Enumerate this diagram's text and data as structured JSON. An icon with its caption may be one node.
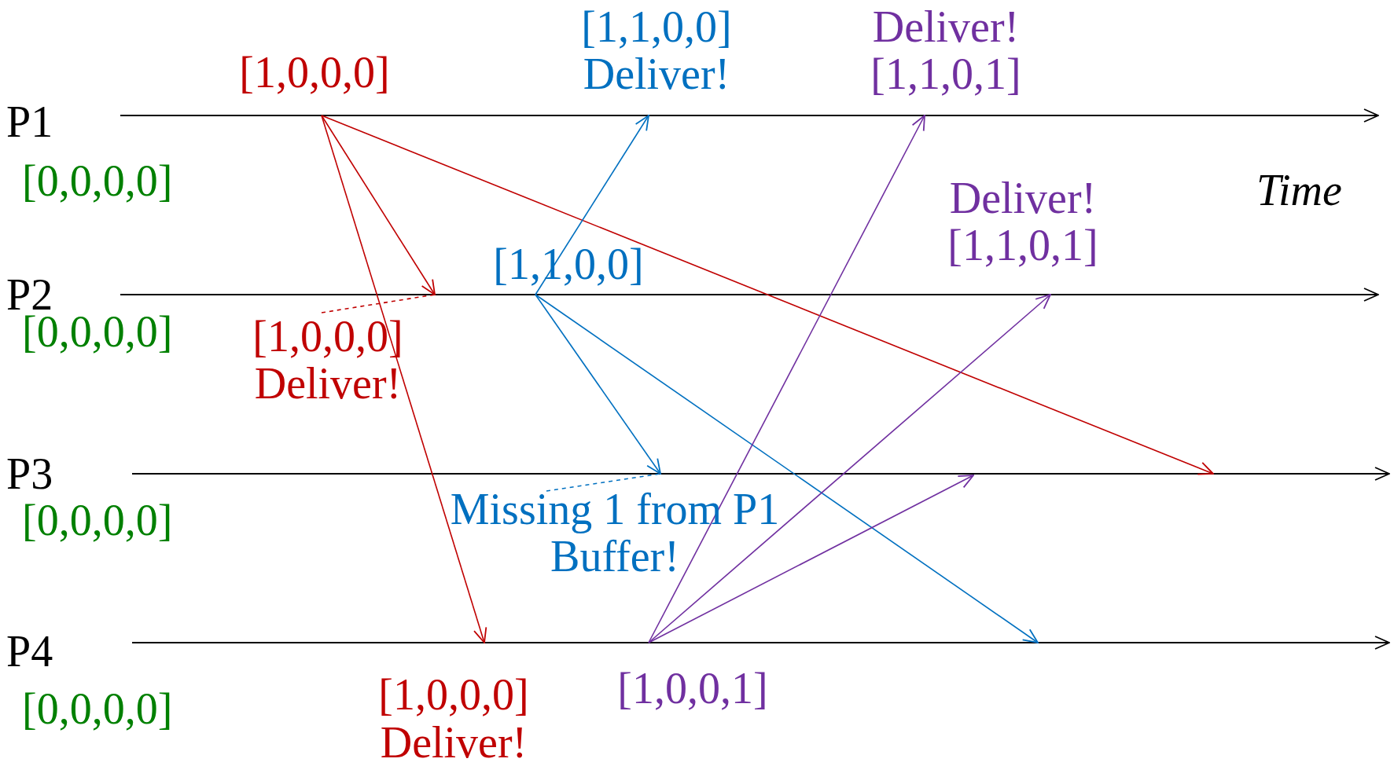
{
  "diagram": {
    "nodes": [
      {
        "text": [
          "P1"
        ],
        "beside": [
          "[0,0,0,0]"
        ]
      },
      {
        "text": [
          "P2"
        ],
        "beside": [
          "[0,0,0,0]"
        ]
      },
      {
        "text": [
          "P3"
        ],
        "beside": [
          "[0,0,0,0]"
        ]
      },
      {
        "text": [
          "P4"
        ],
        "beside": [
          "[0,0,0,0]"
        ]
      },
      {
        "text": [
          "[1,0,0,0]"
        ]
      },
      {
        "text": [
          "[1,1,0,0]",
          "Deliver!"
        ]
      },
      {
        "text": [
          "Deliver!",
          "[1,1,0,1]"
        ]
      },
      {
        "text": [
          "Deliver!",
          "[1,1,0,1]"
        ]
      },
      {
        "text": [
          "[1,1,0,0]"
        ]
      },
      {
        "text": [
          "[1,0,0,0]",
          "Deliver!"
        ]
      },
      {
        "text": [
          "Missing 1 from P1",
          "Buffer!"
        ]
      },
      {
        "text": [
          "[1,0,0,0]",
          "Deliver!"
        ]
      },
      {
        "text": [
          "[1,0,0,1]"
        ]
      }
    ],
    "edges": [
      {
        "from": 0,
        "to": null,
        "arrow": "to"
      },
      {
        "from": 1,
        "to": null,
        "arrow": "to"
      },
      {
        "from": 2,
        "to": null,
        "arrow": "to"
      },
      {
        "from": 3,
        "to": null,
        "arrow": "to"
      },
      {
        "from": 4,
        "to": 9,
        "arrow": "to",
        "color": "#c00000"
      },
      {
        "from": 4,
        "to": 11,
        "arrow": "to",
        "color": "#c00000"
      },
      {
        "from": 4,
        "to": null,
        "arrow": "to",
        "color": "#c00000"
      },
      {
        "from": 8,
        "to": 5,
        "arrow": "to",
        "color": "#0070c0"
      },
      {
        "from": 8,
        "to": 10,
        "arrow": "to",
        "color": "#0070c0"
      },
      {
        "from": 8,
        "to": null,
        "arrow": "to",
        "color": "#0070c0"
      },
      {
        "from": 12,
        "to": 6,
        "arrow": "to",
        "color": "#7030a0"
      },
      {
        "from": 12,
        "to": 7,
        "arrow": "to",
        "color": "#7030a0"
      },
      {
        "from": 12,
        "to": null,
        "arrow": "to",
        "color": "#7030a0"
      },
      {
        "from": 9,
        "to": null,
        "arrow": "none",
        "style": "dashed",
        "color": "#c00000"
      },
      {
        "from": 10,
        "to": null,
        "arrow": "none",
        "style": "dashed",
        "color": "#0070c0"
      }
    ],
    "labels": [
      "Time"
    ]
  }
}
